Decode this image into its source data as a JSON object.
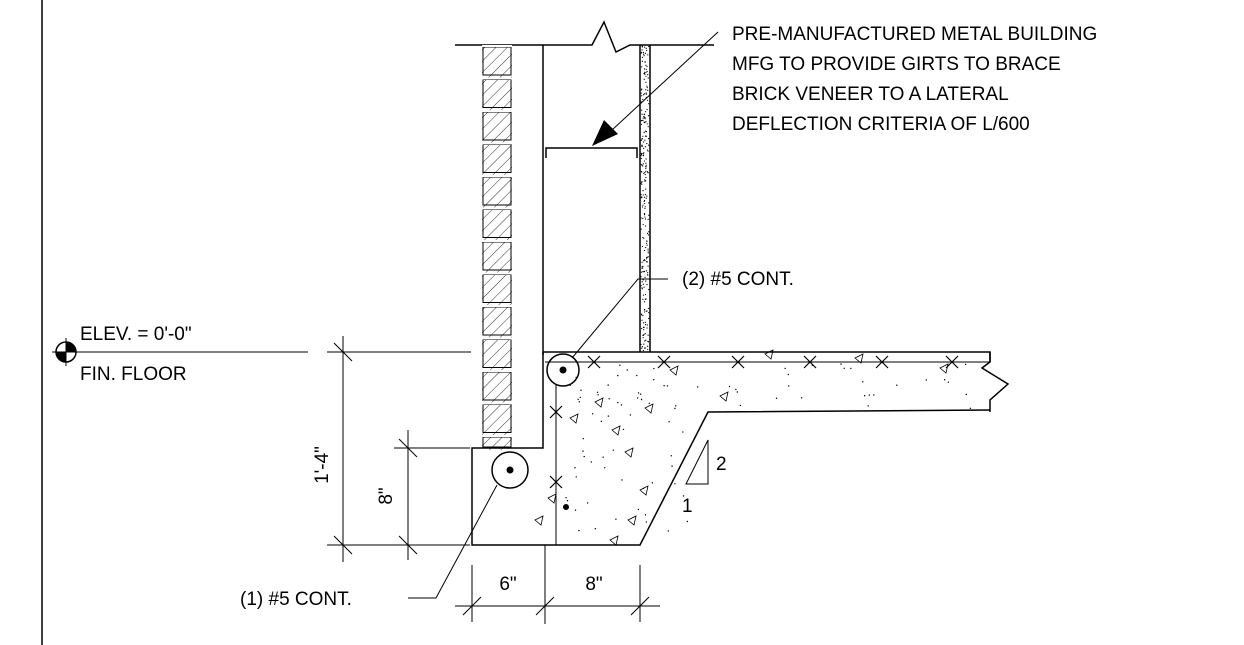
{
  "notes": {
    "metal_building_lines": [
      "PRE-MANUFACTURED METAL BUILDING",
      "MFG TO PROVIDE GIRTS TO BRACE",
      "BRICK VENEER TO A LATERAL",
      "DEFLECTION CRITERIA OF L/600"
    ],
    "top_rebar": "(2) #5 CONT.",
    "bottom_rebar": "(1) #5 CONT."
  },
  "elevation": {
    "label": "ELEV. = 0'-0\"",
    "floor": "FIN. FLOOR"
  },
  "dimensions": {
    "total_depth": "1'-4\"",
    "ledge_depth": "8\"",
    "ledge_width": "6\"",
    "stem_width": "8\""
  },
  "slope": {
    "rise": "2",
    "run": "1"
  }
}
